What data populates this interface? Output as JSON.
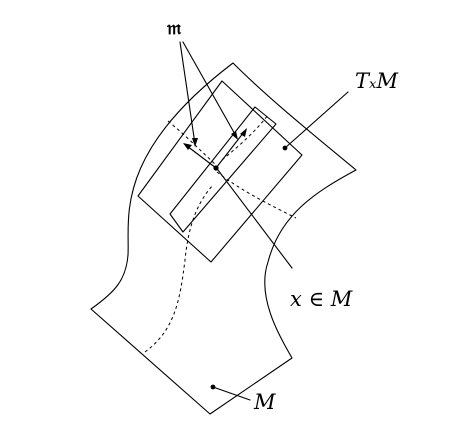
{
  "diagram": {
    "labels": {
      "frak_m": "𝔪",
      "tangent_space": "TₓM",
      "point": "x ∈ M",
      "manifold": "M"
    },
    "colors": {
      "ink": "#000000",
      "background": "#ffffff"
    }
  }
}
